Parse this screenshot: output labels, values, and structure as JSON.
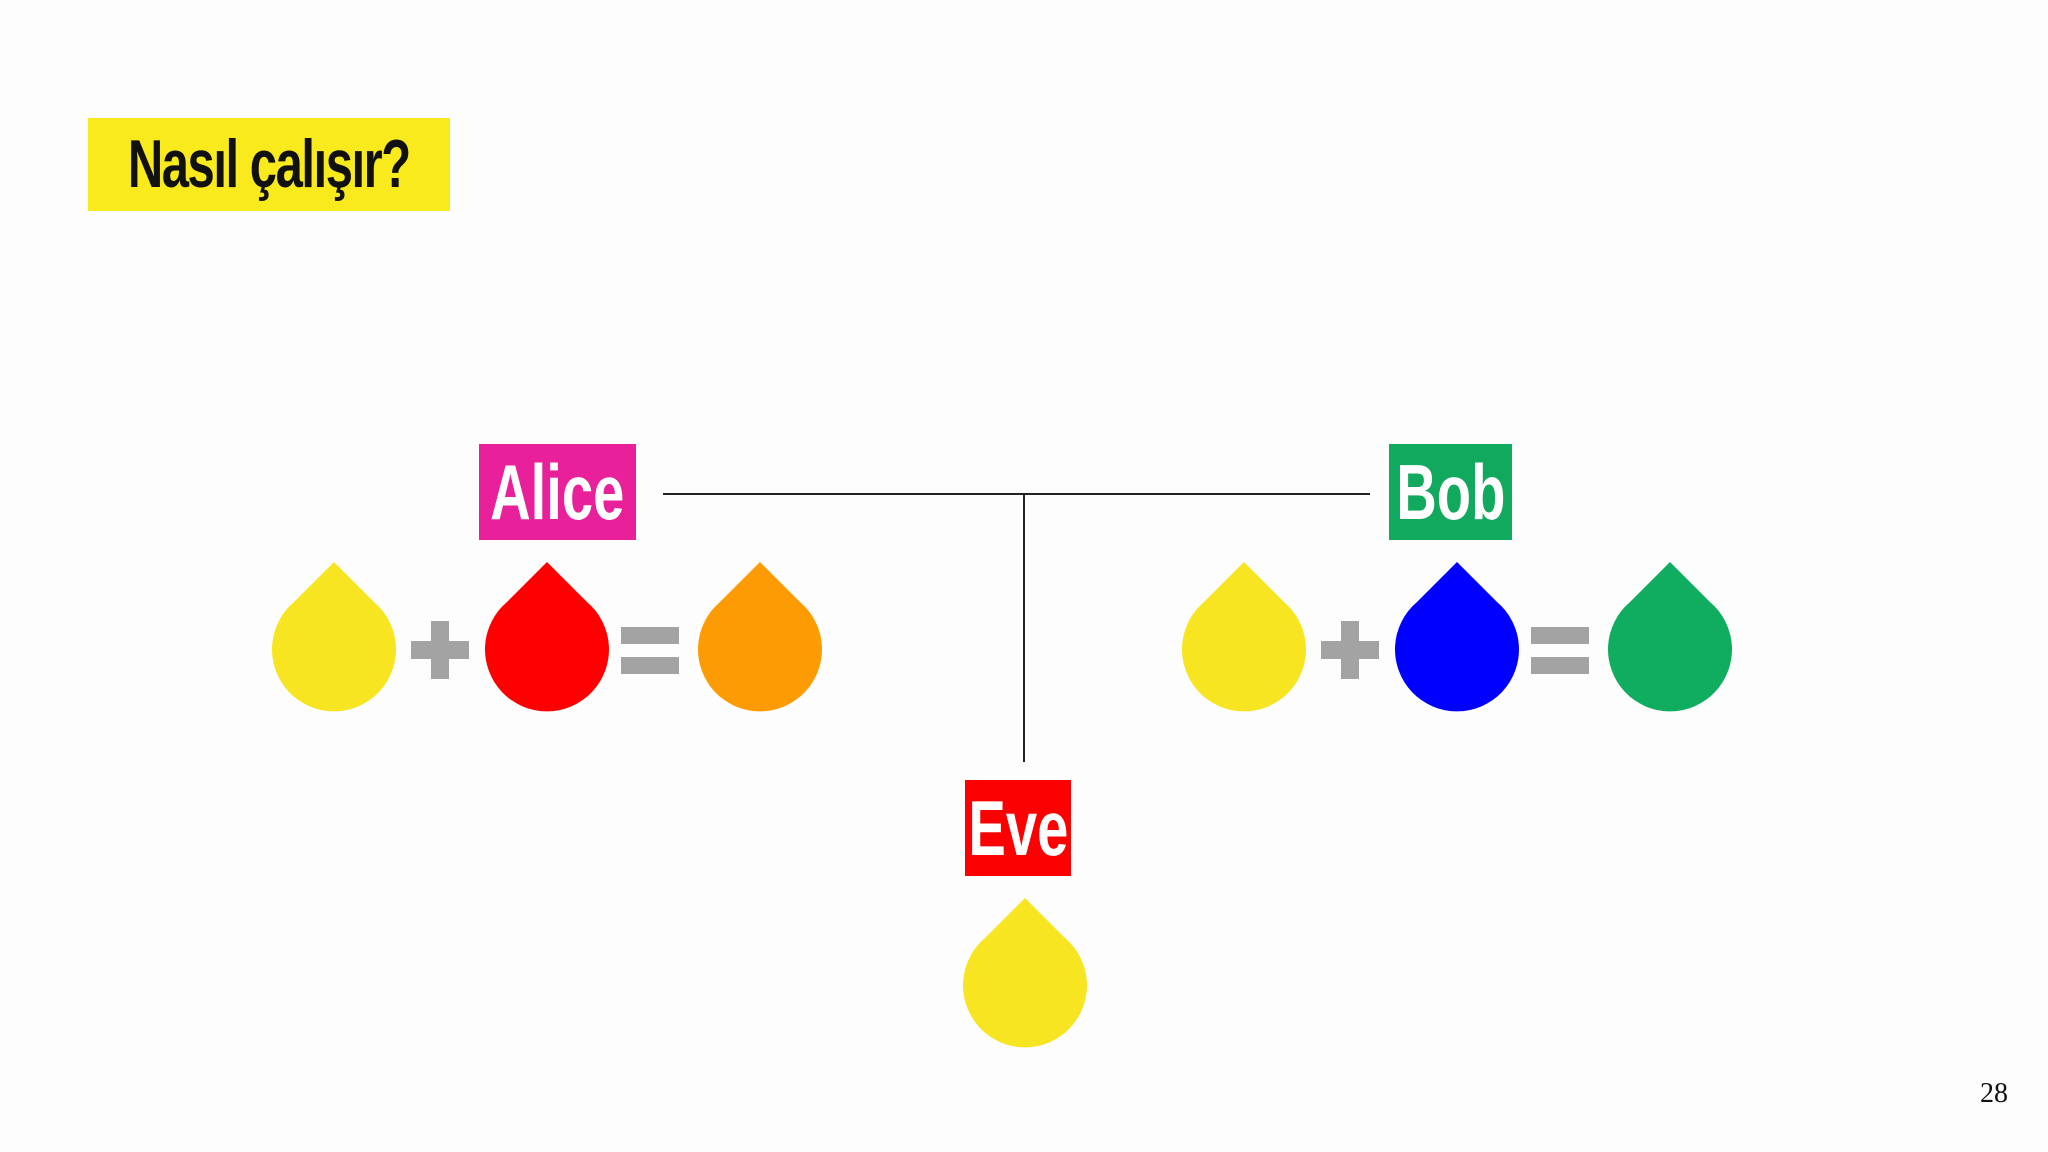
{
  "slide": {
    "title": "Nasıl çalışır?",
    "page_number": "28"
  },
  "participants": {
    "alice": {
      "label": "Alice",
      "color": "#e8209a"
    },
    "bob": {
      "label": "Bob",
      "color": "#11a95e"
    },
    "eve": {
      "label": "Eve",
      "color": "#fb0101"
    }
  },
  "colors": {
    "yellow": "#f8e521",
    "red": "#fe0000",
    "orange": "#fd9b05",
    "blue": "#0000fe",
    "green": "#10ac5f",
    "operator_gray": "#a3a3a3",
    "title_highlight": "#f8ea1c"
  },
  "equations": {
    "alice": {
      "inputs": [
        "yellow-drop",
        "red-drop"
      ],
      "result": "orange-drop"
    },
    "bob": {
      "inputs": [
        "yellow-drop",
        "blue-drop"
      ],
      "result": "green-drop"
    },
    "eve": {
      "visible": [
        "yellow-drop"
      ]
    }
  }
}
